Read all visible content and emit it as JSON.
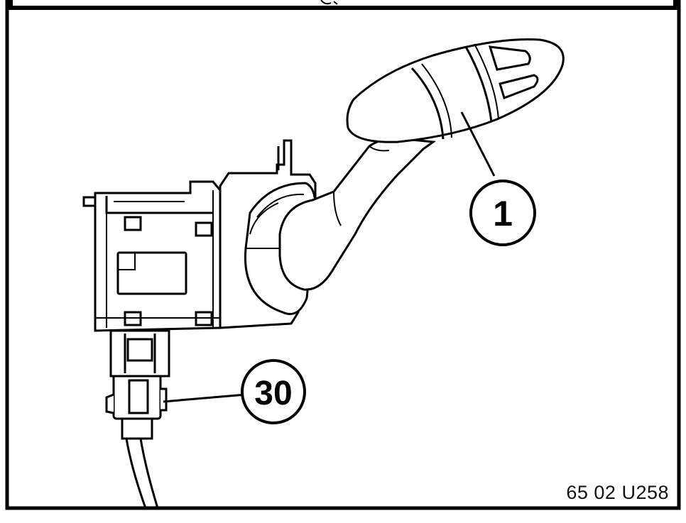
{
  "callouts": {
    "lever": "1",
    "connector": "30"
  },
  "figure_code": "65 02 U258",
  "colors": {
    "line": "#000000",
    "background": "#ffffff"
  }
}
